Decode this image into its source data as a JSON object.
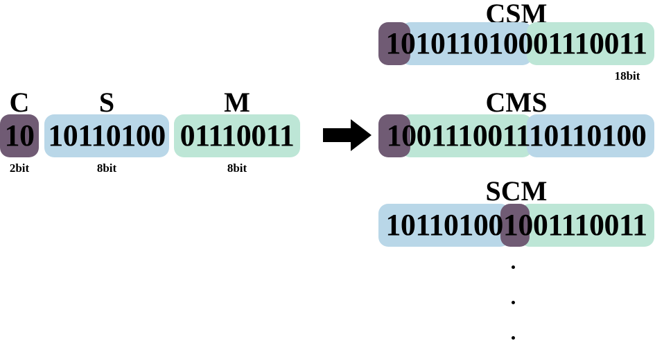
{
  "input": {
    "c": {
      "label": "C",
      "bits": "10",
      "width": "2bit"
    },
    "s": {
      "label": "S",
      "bits": "10110100",
      "width": "8bit"
    },
    "m": {
      "label": "M",
      "bits": "01110011",
      "width": "8bit"
    }
  },
  "outputs": [
    {
      "label": "CSM",
      "bits": "101011010001110011",
      "width": "18bit"
    },
    {
      "label": "CMS",
      "bits": "100111001110110100"
    },
    {
      "label": "SCM",
      "bits": "101101001001110011"
    }
  ],
  "ellipsis": [
    "•",
    "•",
    "•"
  ],
  "colors": {
    "c": "#705b74",
    "s": "#b9d7e8",
    "m": "#bde6d6",
    "arrow": "#000000"
  }
}
